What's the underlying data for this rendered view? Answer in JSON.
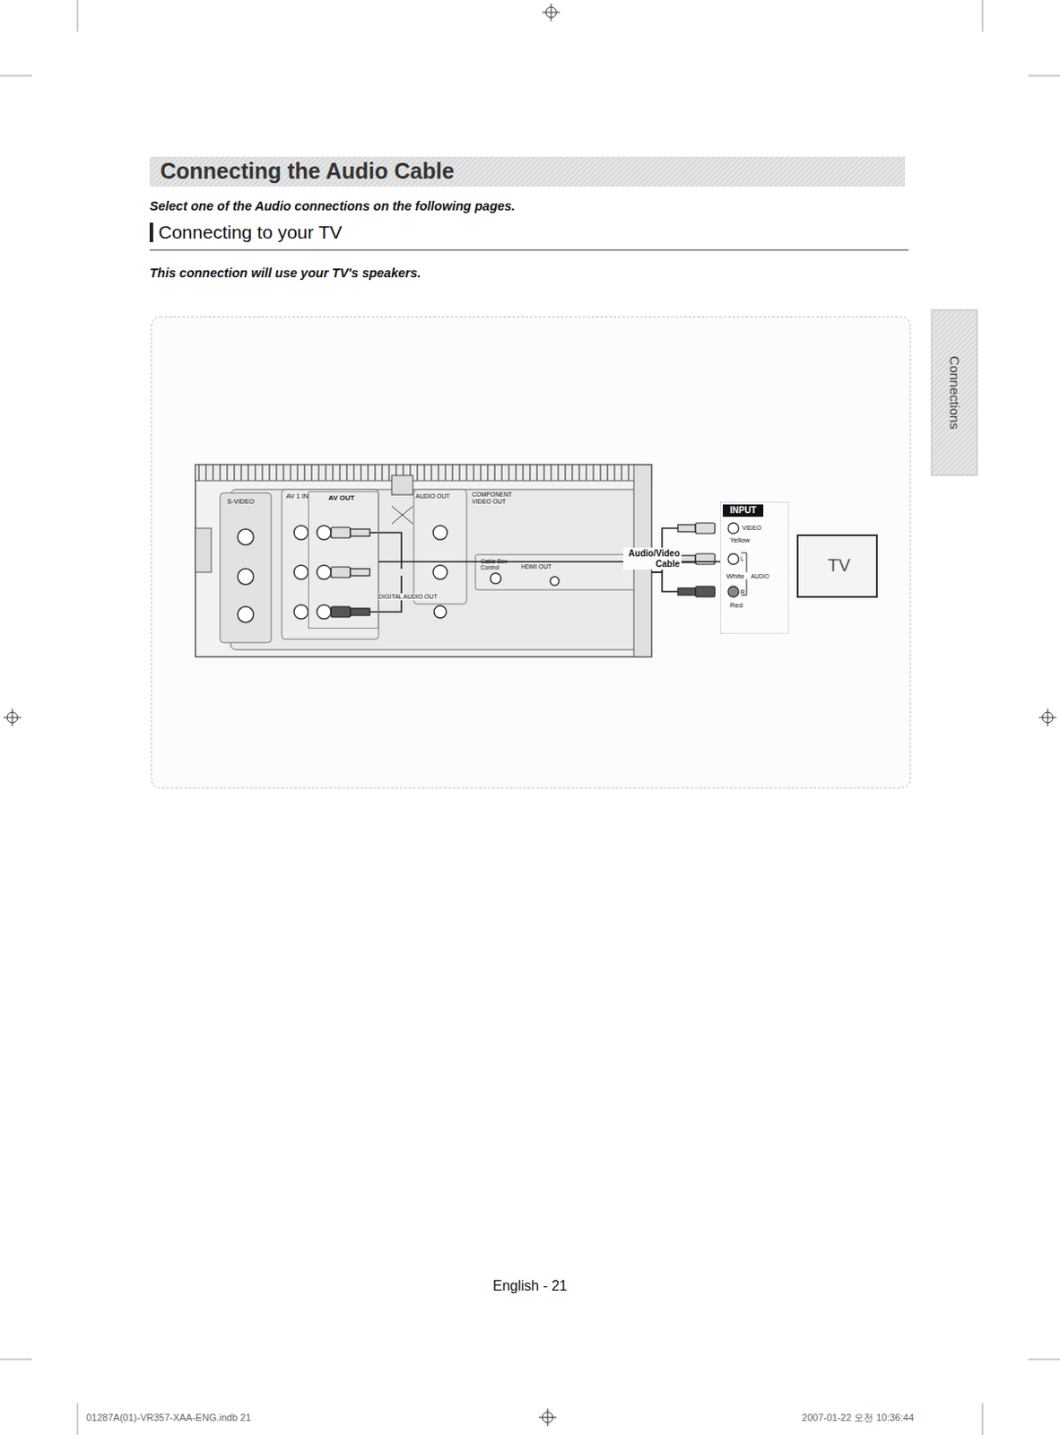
{
  "diagram": {
    "title": "Connecting the Audio Cable",
    "nodes": [
      {
        "text": [
          "AV OUT"
        ]
      },
      {
        "text": [
          "INPUT",
          "VIDEO",
          "Yellow",
          "L",
          "White",
          "AUDIO",
          "R",
          "Red"
        ]
      },
      {
        "text": [
          "TV"
        ]
      }
    ],
    "edges": [
      {
        "from": 0,
        "to": 1,
        "label": "Audio/Video Cable",
        "arrow": "none"
      }
    ],
    "labels": [
      "Select one of the Audio connections on the following pages.",
      "Connecting to your TV",
      "This connection will use your TV's speakers.",
      "S-VIDEO",
      "AV 1 IN",
      "AUDIO OUT",
      "COMPONENT VIDEO OUT",
      "DIGITAL AUDIO OUT",
      "Cable Box Control",
      "HDMI OUT",
      "Connections",
      "English - 21",
      "01287A(01)-VR357-XAA-ENG.indb 21",
      "2007-01-22 오전 10:36:44"
    ]
  }
}
